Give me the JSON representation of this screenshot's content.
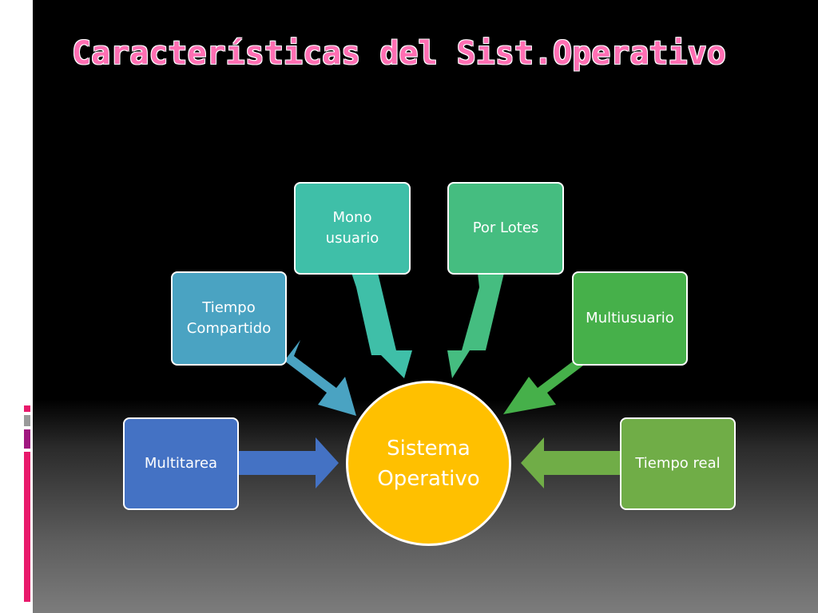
{
  "title": "Características del Sist.Operativo",
  "diagram": {
    "center": {
      "label": "Sistema Operativo",
      "color": "#ffc000"
    },
    "nodes": [
      {
        "id": "multitarea",
        "label": "Multitarea",
        "color": "#4472c4"
      },
      {
        "id": "tiempo-compartido",
        "label": "Tiempo Compartido",
        "color": "#4aa3c2"
      },
      {
        "id": "mono-usuario",
        "label": "Mono usuario",
        "color": "#3fbfa8"
      },
      {
        "id": "por-lotes",
        "label": "Por Lotes",
        "color": "#45bd80"
      },
      {
        "id": "multiusuario",
        "label": "Multiusuario",
        "color": "#46b04a"
      },
      {
        "id": "tiempo-real",
        "label": "Tiempo real",
        "color": "#70ad47"
      }
    ]
  },
  "colors": {
    "title": "#ff6fb3",
    "strip_accent_pink": "#e8196b",
    "strip_accent_gray": "#9a9a9a",
    "strip_accent_purple": "#a01880"
  }
}
